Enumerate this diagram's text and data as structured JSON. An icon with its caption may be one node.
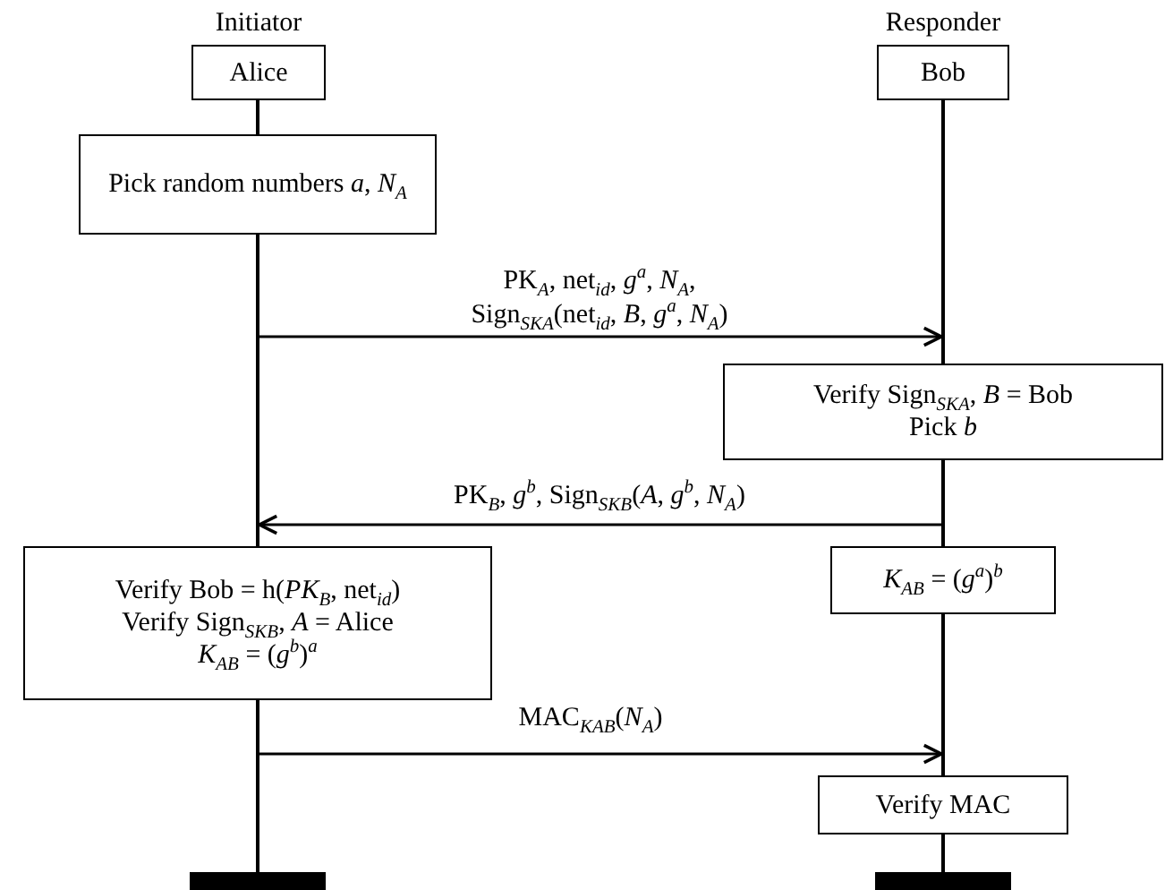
{
  "diagram": {
    "nodes": [
      {
        "text": [
          "Alice"
        ],
        "beside": [
          "Initiator"
        ]
      },
      {
        "text": [
          "Bob"
        ],
        "beside": [
          "Responder"
        ]
      },
      {
        "text": [
          "Pick random numbers *a*, *N*$_{A}$"
        ]
      },
      {
        "text": [
          "Verify Sign$_{SK}$$_{A}$, *B* = Bob",
          "Pick *b*"
        ]
      },
      {
        "text": [
          "Verify Bob = h(*PK*$_{B}$, net$_{id}$)",
          "Verify Sign$_{SK}$$_{B}$, *A* = Alice",
          "*K*$_{AB}$ = (*g*$^{b}$)$^{a}$"
        ]
      },
      {
        "text": [
          "*K*$_{AB}$ = (*g*$^{a}$)$^{b}$"
        ]
      },
      {
        "text": [
          "Verify MAC"
        ]
      },
      {
        "text": [],
        "shape": "bar"
      },
      {
        "text": [],
        "shape": "bar"
      },
      {
        "text": [],
        "shape": "line"
      },
      {
        "text": [],
        "shape": "line"
      },
      {
        "text": [],
        "shape": "line"
      },
      {
        "text": [],
        "shape": "line"
      },
      {
        "text": [],
        "shape": "line"
      },
      {
        "text": [],
        "shape": "line"
      },
      {
        "text": [],
        "shape": "line"
      }
    ],
    "edges": [
      {
        "from": 10,
        "to": 12,
        "arrow": "to",
        "label": "PK$_{A}$, net$_{id}$, *g*$^{a}$, *N*$_{A}$, Sign$_{SK}$$_{A}$(net$_{id}$, *B*, *g*$^{a}$, *N*$_{A}$)"
      },
      {
        "from": 13,
        "to": 10,
        "arrow": "to",
        "label": "PK$_{B}$, *g*$^{b}$, Sign$_{SK}$$_{B}$(*A*, *g*$^{b}$, *N*$_{A}$)"
      },
      {
        "from": 11,
        "to": 14,
        "arrow": "to",
        "label": "MAC$_{K}$$_{AB}$(*N*$_{A}$)"
      }
    ]
  }
}
